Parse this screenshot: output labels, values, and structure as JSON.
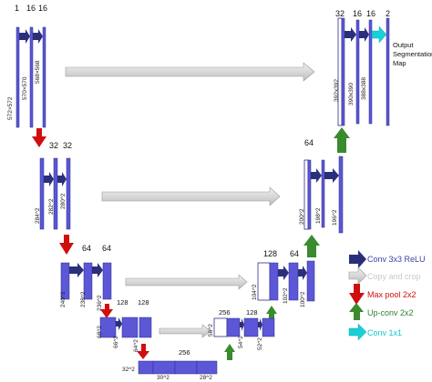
{
  "output_label": [
    "Output",
    "Segmentation",
    "Map"
  ],
  "levels": {
    "l1_enc": {
      "channels": [
        "1",
        "16",
        "16"
      ],
      "dims": [
        "572×572",
        "570×570",
        "568×568"
      ]
    },
    "l2_enc": {
      "channels": [
        "32",
        "32"
      ],
      "dims": [
        "284^2",
        "282^2",
        "280^2"
      ]
    },
    "l3_enc": {
      "channels": [
        "64",
        "64"
      ],
      "dims": [
        "240^2",
        "238^2",
        "236^2"
      ]
    },
    "l4_enc": {
      "channels": [
        "128",
        "128"
      ],
      "dims": [
        "68^2",
        "66^2",
        "64^2"
      ]
    },
    "l5": {
      "channels": [
        "256"
      ],
      "dims": [
        "32^2",
        "30^2",
        "28^2"
      ]
    },
    "l4_dec": {
      "channels": [
        "256",
        "128"
      ],
      "dims": [
        "56^2",
        "54^2",
        "52^2"
      ]
    },
    "l3_dec": {
      "channels": [
        "128",
        "64"
      ],
      "dims": [
        "104^2",
        "102^2",
        "100^2"
      ]
    },
    "l2_dec": {
      "channels": [
        "64"
      ],
      "dims": [
        "200^2",
        "198^2",
        "196^2"
      ]
    },
    "l1_dec": {
      "channels": [
        "32",
        "16",
        "16",
        "2"
      ],
      "dims": [
        "392x392",
        "390x390",
        "388x388"
      ]
    }
  },
  "legend": [
    {
      "label": "Conv 3x3 ReLU",
      "icon": "navy-arrow-icon",
      "color": "#3b3fa6"
    },
    {
      "label": "Copy and crop",
      "icon": "gray-arrow-icon",
      "color": "#c8c8c8"
    },
    {
      "label": "Max pool 2x2",
      "icon": "red-down-arrow-icon",
      "color": "#d10e0e"
    },
    {
      "label": "Up-conv 2x2",
      "icon": "green-up-arrow-icon",
      "color": "#2f7f2f"
    },
    {
      "label": "Conv 1x1",
      "icon": "cyan-arrow-icon",
      "color": "#12c6cf"
    }
  ],
  "colors": {
    "block": "#5b57d6",
    "block_edge": "#2e2a8c",
    "conv_arrow": "#2b2f7a",
    "copy_arrow": "#d6d6d6",
    "maxpool": "#d10e0e",
    "upconv": "#3a8a2e",
    "conv1x1": "#17d0d8"
  }
}
